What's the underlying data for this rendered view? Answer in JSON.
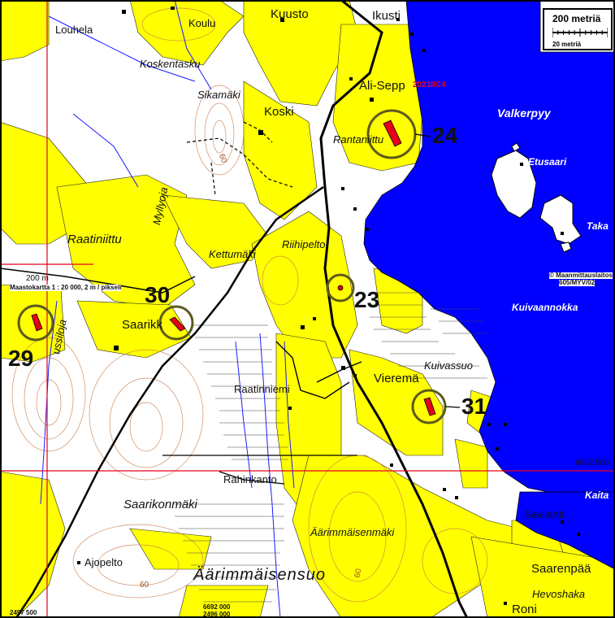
{
  "scale": {
    "title": "200 metriä",
    "subtitle": "20 metriä"
  },
  "map_sheet_info": "Maastokartta 1 : 20 000, 2 m / pikseli",
  "copyright": {
    "line1": "© Maanmittauslaitos",
    "line2": "605/MYV/02"
  },
  "grid_label_200m": "200 m",
  "sheet_code": "2023IIC4",
  "coordinates": {
    "north_right": "6692 500",
    "north_bottom": "6692 000",
    "east_bottom_center": "2496 000",
    "east_bottom_left": "2497 500"
  },
  "places": {
    "louhela": "Louhela",
    "koulu": "Koulu",
    "kuusto": "Kuusto",
    "ikusti": "Ikusti",
    "koskentasku": "Koskentasku",
    "sikamaki": "Sikamäki",
    "koski": "Koski",
    "ali_sepp": "Ali-Sepp",
    "valkerpyy": "Valkerpyy",
    "rantaniittu": "Rantaniittu",
    "etusaari": "Etusaari",
    "taka": "Taka",
    "myllyoja": "Myllyoja",
    "raatiniittu": "Raatiniittu",
    "kettumaki": "Kettumäki",
    "riihipelto": "Riihipelto",
    "kuivaannokka": "Kuivaannokka",
    "saarikk": "Saarikk",
    "myllyoja_left": "ussiloja",
    "kuivassuo": "Kuivassuo",
    "vierema": "Vieremä",
    "raatinniemi": "Raatinniemi",
    "rahinkanto": "Rahinkanto",
    "kaita": "Kaita",
    "saarikonmaki": "Saarikonmäki",
    "aarimmaisenmaki": "Äärimmäisenmäki",
    "savilahti": "Savilahti",
    "ajopelto": "Ajopelto",
    "saarenpaa": "Saarenpää",
    "aarimmaisensuo": "Äärimmäisensuo",
    "hevoshaka": "Hevoshaka",
    "roni": "Roni"
  },
  "contours": {
    "c1": "60",
    "c2": "60",
    "c3": "60"
  },
  "sites": [
    {
      "number": "24"
    },
    {
      "number": "23"
    },
    {
      "number": "30"
    },
    {
      "number": "29"
    },
    {
      "number": "31"
    }
  ],
  "colors": {
    "field": "#ffff00",
    "water": "#0000ff",
    "land": "#ffffff",
    "grid": "#e4001b",
    "marker_ring": "#5d5a1c",
    "site_fill": "#e4001b"
  }
}
